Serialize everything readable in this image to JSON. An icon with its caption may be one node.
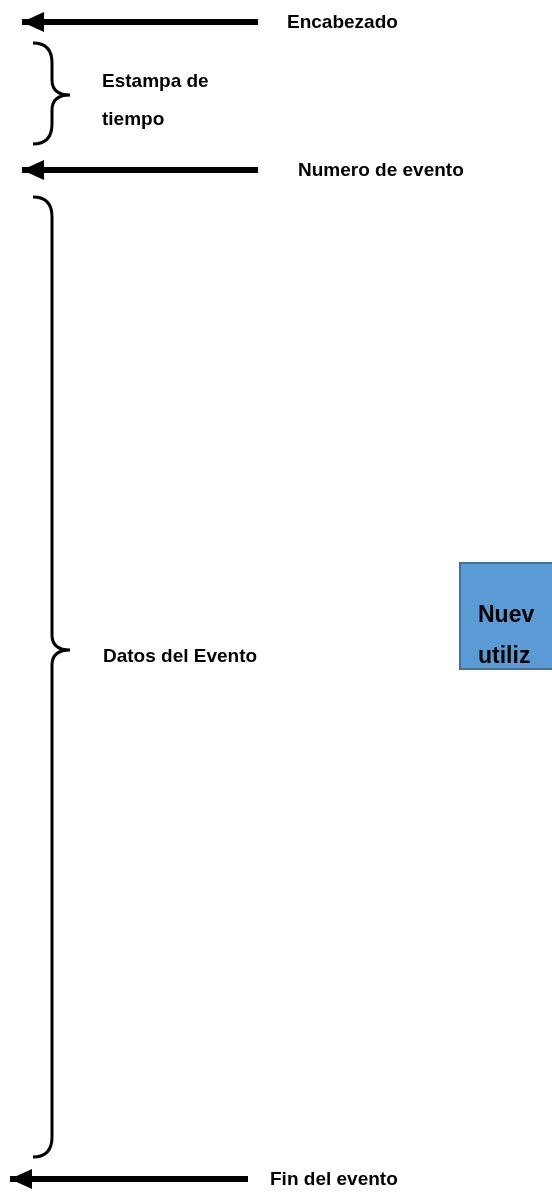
{
  "diagram": {
    "nodes": [
      {
        "text": [
          "Encabezado"
        ]
      },
      {
        "text": [
          "Numero de evento"
        ]
      },
      {
        "text": [
          "Nuev utiliz"
        ]
      },
      {
        "text": [
          "Fin del evento"
        ]
      }
    ],
    "edges": [
      {
        "from": 0,
        "to": null,
        "arrow": "to"
      },
      {
        "from": 1,
        "to": null,
        "arrow": "to"
      },
      {
        "from": 3,
        "to": null,
        "arrow": "to"
      }
    ],
    "labels": [
      "Estampa de tiempo",
      "Datos del Evento"
    ]
  }
}
